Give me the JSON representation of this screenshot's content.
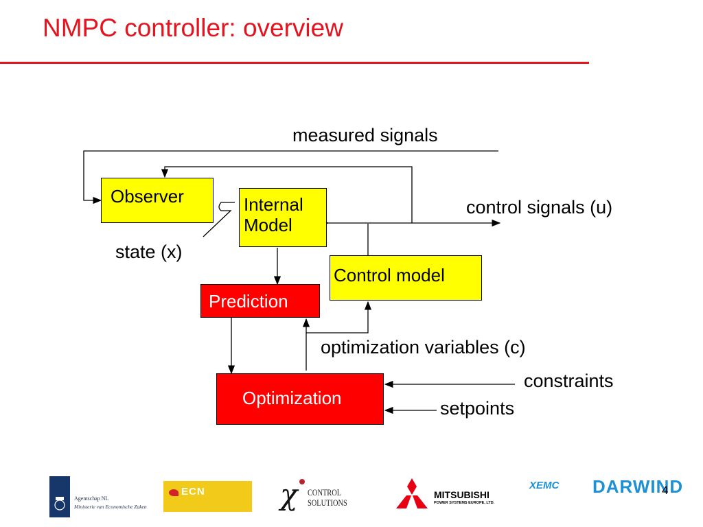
{
  "slide": {
    "title": "NMPC controller: overview",
    "page_number": "4"
  },
  "diagram": {
    "boxes": {
      "observer": "Observer",
      "internal_model_line1": "Internal",
      "internal_model_line2": "Model",
      "control_model": "Control model",
      "prediction": "Prediction",
      "optimization": "Optimization"
    },
    "labels": {
      "measured_signals": "measured signals",
      "control_signals": "control signals (u)",
      "state": "state (x)",
      "optimization_variables": "optimization variables (c)",
      "constraints": "constraints",
      "setpoints": "setpoints"
    }
  },
  "logos": {
    "agentschap_line1": "Agentschap NL",
    "agentschap_line2": "Ministerie van Economische Zaken",
    "ecn": "ECN",
    "control_solutions_line1": "CONTROL",
    "control_solutions_line2": "SOLUTIONS",
    "mitsubishi_line1": "MITSUBISHI",
    "mitsubishi_line2": "POWER SYSTEMS EUROPE, LTD.",
    "xemc": "XEMC",
    "darwind": "DARWIND"
  },
  "colors": {
    "title_red": "#e5131d",
    "box_yellow": "#ffff00",
    "box_red": "#ff0000",
    "darwind_blue": "#1e90d6"
  }
}
